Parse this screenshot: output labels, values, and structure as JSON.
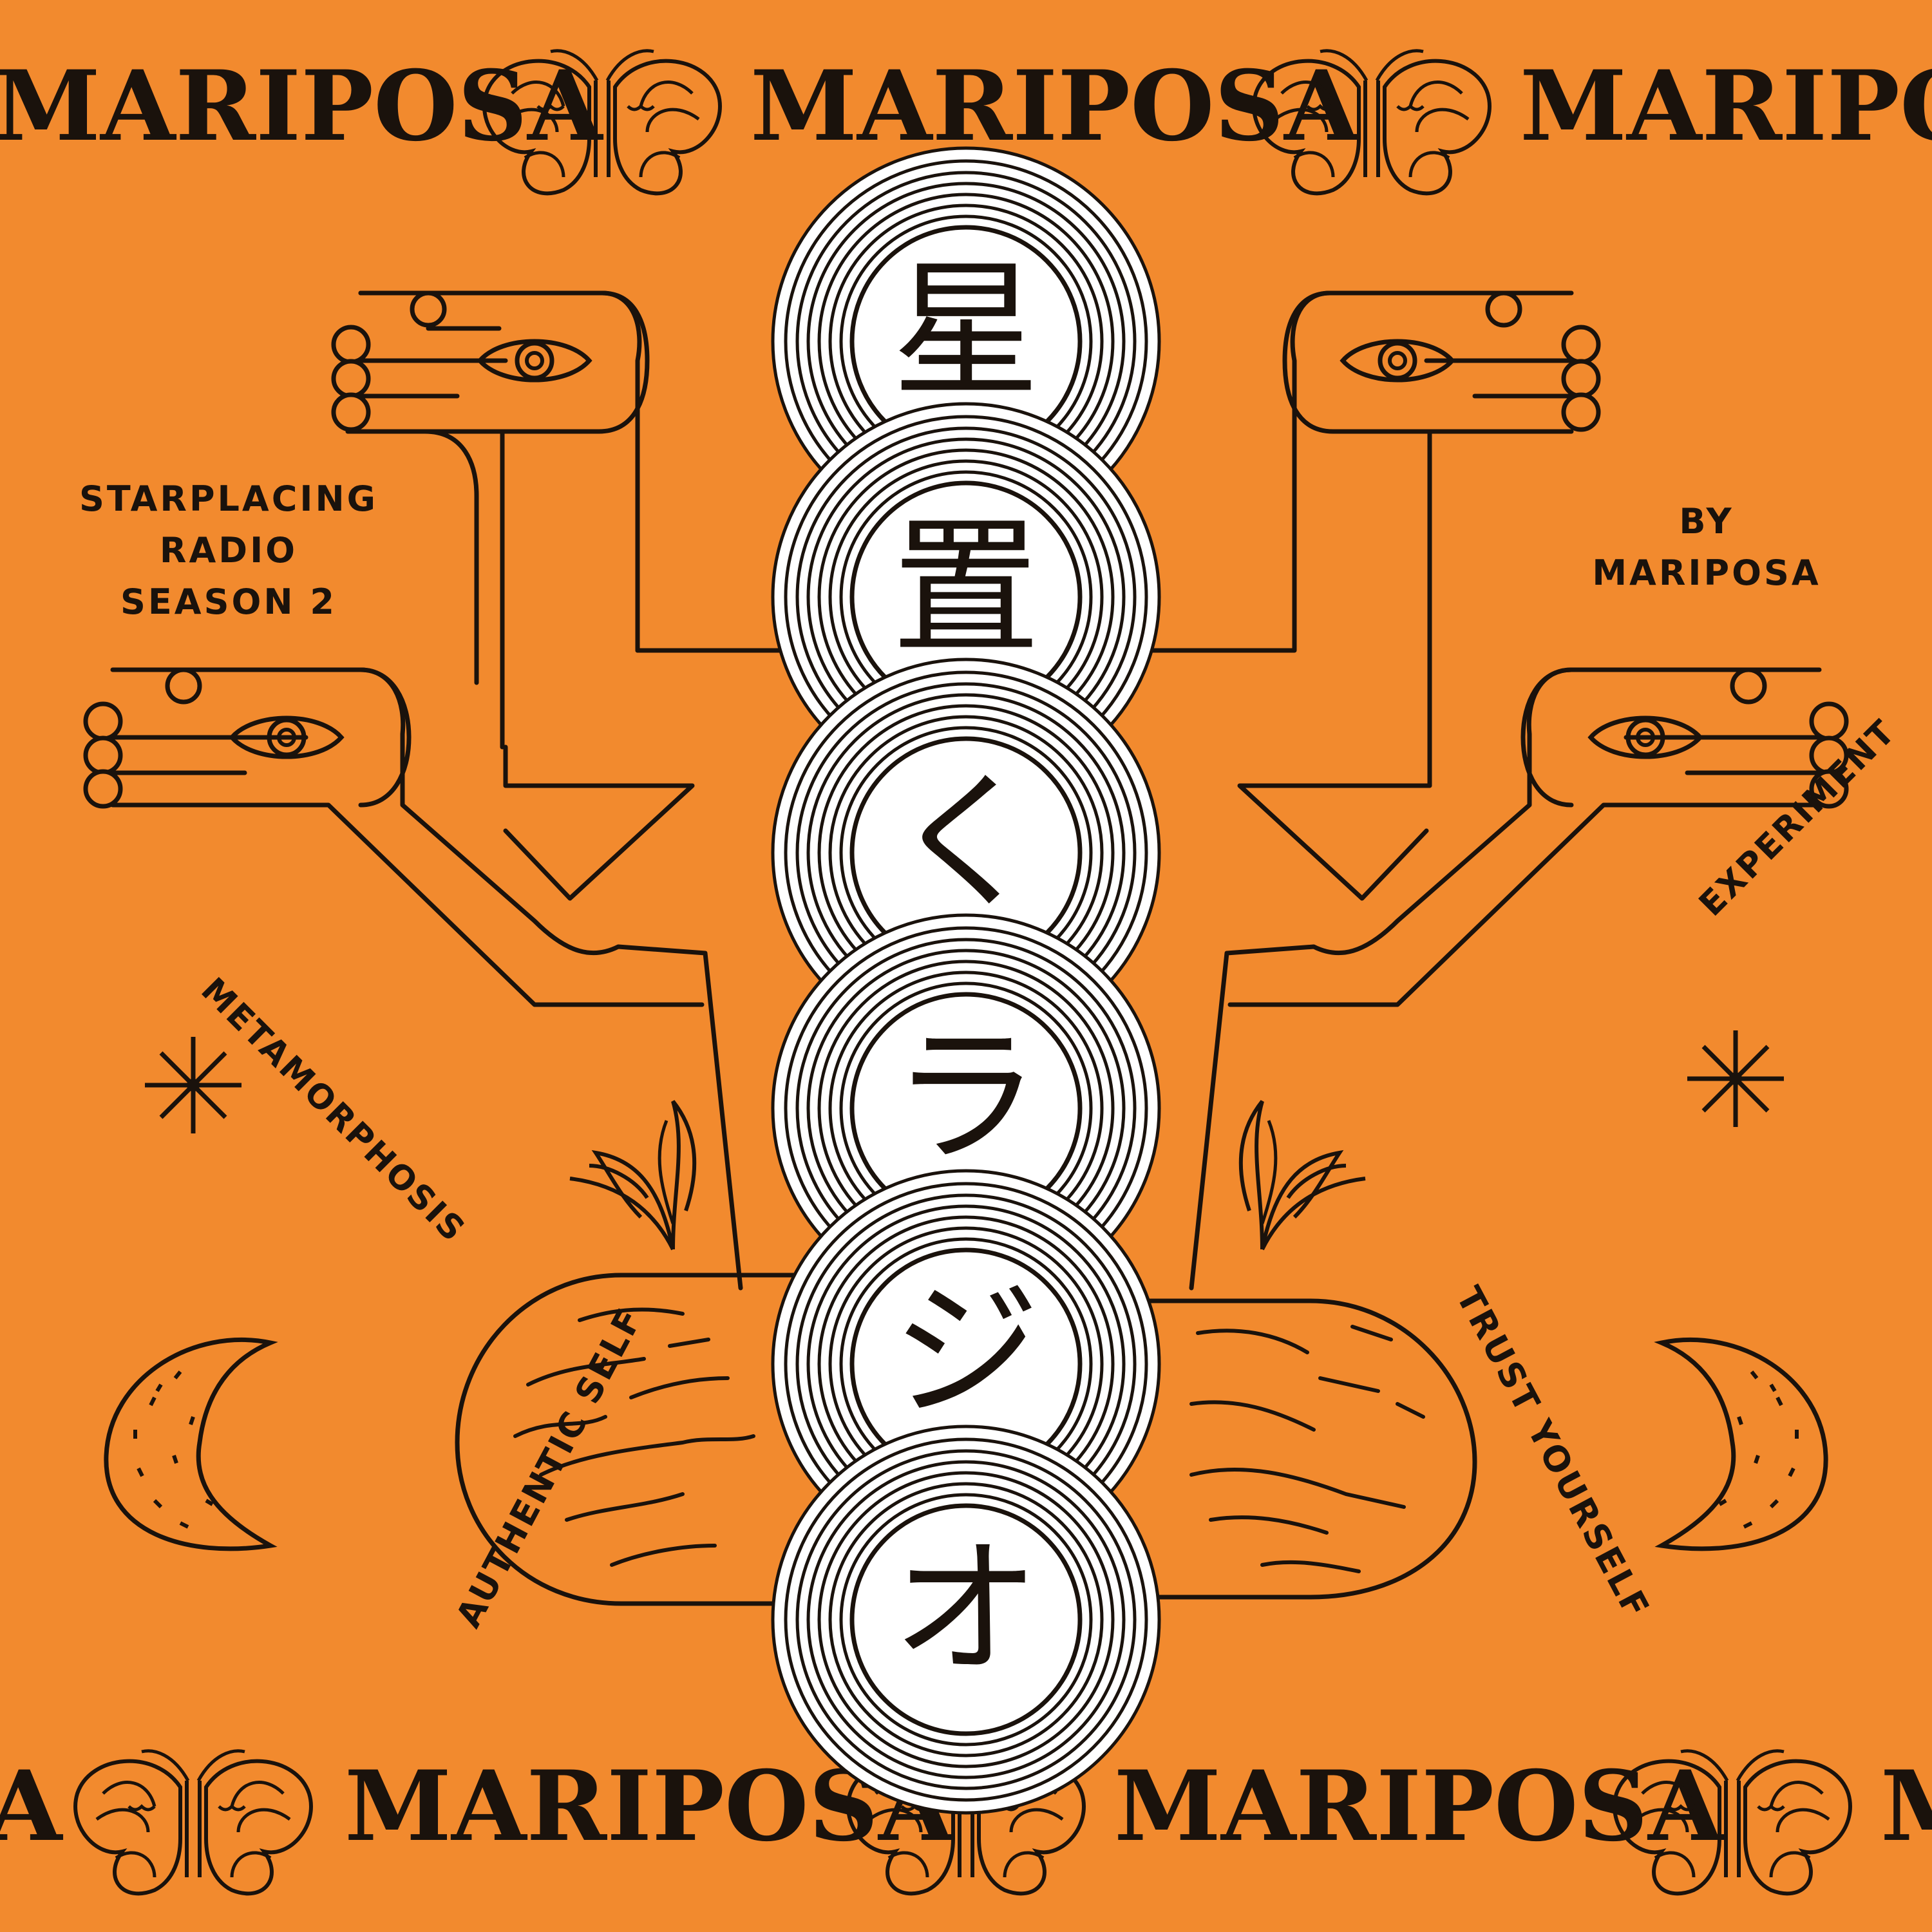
{
  "banner": {
    "word": "MARIPOSA",
    "top_fragment_right": "MARIPOS",
    "bottom_fragment_left": "A",
    "bottom_fragment_right": "M"
  },
  "info_left": {
    "line1": "STARPLACING",
    "line2": "RADIO",
    "line3": "SEASON 2"
  },
  "info_right": {
    "line1": "BY",
    "line2": "MARIPOSA"
  },
  "title_chars": [
    "星",
    "置",
    "く",
    "ラ",
    "ジ",
    "オ"
  ],
  "themes": {
    "left_upper": "METAMORPHOSIS",
    "right_upper": "EXPERIMENT",
    "left_lower": "AUTHENTIC SELF",
    "right_lower": "TRUST YOURSELF"
  },
  "colors": {
    "background": "#f28a2e",
    "ink": "#1a120c",
    "circle_fill": "#ffffff"
  },
  "icons": [
    "butterfly-icon",
    "eye-hand-icon",
    "sparkle-star-icon",
    "crescent-moon-icon",
    "leaf-sprout-icon"
  ]
}
